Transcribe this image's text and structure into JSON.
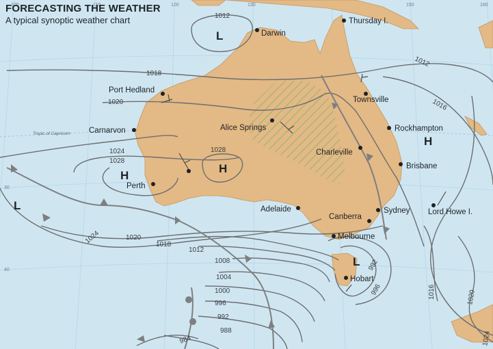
{
  "title": "FORECASTING THE WEATHER",
  "subtitle": "A typical synoptic weather chart",
  "tropic_label": "Tropic of Capricorn",
  "colors": {
    "sea": "#cfe6f1",
    "land": "#e3b985",
    "isobar": "#6c6e70",
    "front": "#7d7f81",
    "hatch": "#9ab473",
    "grid": "#b2d6e8"
  },
  "graticule": {
    "longitudes": [
      "100",
      "110",
      "120",
      "130",
      "140",
      "150",
      "160"
    ],
    "latitudes": [
      "30",
      "40"
    ]
  },
  "cities": [
    {
      "name": "Darwin"
    },
    {
      "name": "Thursday I."
    },
    {
      "name": "Port Hedland"
    },
    {
      "name": "Townsville"
    },
    {
      "name": "Alice Springs"
    },
    {
      "name": "Carnarvon"
    },
    {
      "name": "Rockhampton"
    },
    {
      "name": "Charleville"
    },
    {
      "name": "Brisbane"
    },
    {
      "name": "Perth"
    },
    {
      "name": "Adelaide"
    },
    {
      "name": "Sydney"
    },
    {
      "name": "Lord Howe I."
    },
    {
      "name": "Canberra"
    },
    {
      "name": "Melbourne"
    },
    {
      "name": "Hobart"
    }
  ],
  "pressure_centres": [
    {
      "symbol": "L"
    },
    {
      "symbol": "H"
    },
    {
      "symbol": "H"
    },
    {
      "symbol": "H"
    },
    {
      "symbol": "L"
    },
    {
      "symbol": "L"
    }
  ],
  "isobar_labels": [
    "1012",
    "1018",
    "1020",
    "1012",
    "1016",
    "1024",
    "1028",
    "1028",
    "1024",
    "1020",
    "1018",
    "1012",
    "1008",
    "1004",
    "1000",
    "996",
    "992",
    "988",
    "984",
    "992",
    "996",
    "1016",
    "1020",
    "1024"
  ]
}
